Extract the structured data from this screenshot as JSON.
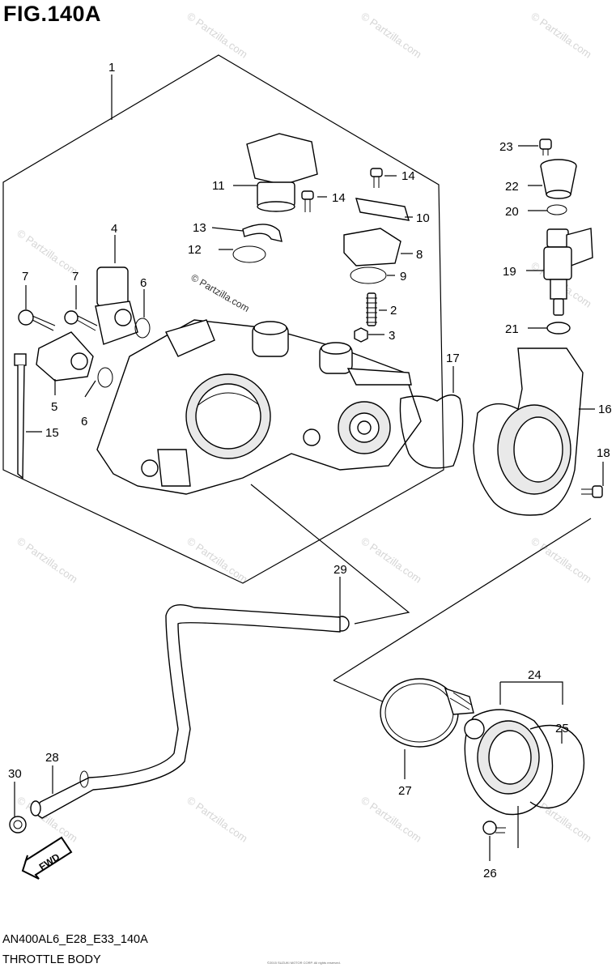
{
  "figure": {
    "title": "FIG.140A",
    "code": "AN400AL6_E28_E33_140A",
    "name": "THROTTLE BODY",
    "copyright": "©2015 SUZUKI MOTOR CORP. All rights reserved.",
    "watermark": "© Partzilla.com",
    "fwd_label": "FWD"
  },
  "callouts": [
    {
      "id": "c1",
      "label": "1"
    },
    {
      "id": "c2",
      "label": "2"
    },
    {
      "id": "c3",
      "label": "3"
    },
    {
      "id": "c4",
      "label": "4"
    },
    {
      "id": "c5",
      "label": "5"
    },
    {
      "id": "c6a",
      "label": "6"
    },
    {
      "id": "c6b",
      "label": "6"
    },
    {
      "id": "c7a",
      "label": "7"
    },
    {
      "id": "c7b",
      "label": "7"
    },
    {
      "id": "c8",
      "label": "8"
    },
    {
      "id": "c9",
      "label": "9"
    },
    {
      "id": "c10",
      "label": "10"
    },
    {
      "id": "c11",
      "label": "11"
    },
    {
      "id": "c12",
      "label": "12"
    },
    {
      "id": "c13",
      "label": "13"
    },
    {
      "id": "c14a",
      "label": "14"
    },
    {
      "id": "c14b",
      "label": "14"
    },
    {
      "id": "c15",
      "label": "15"
    },
    {
      "id": "c16",
      "label": "16"
    },
    {
      "id": "c17",
      "label": "17"
    },
    {
      "id": "c18",
      "label": "18"
    },
    {
      "id": "c19",
      "label": "19"
    },
    {
      "id": "c20",
      "label": "20"
    },
    {
      "id": "c21",
      "label": "21"
    },
    {
      "id": "c22",
      "label": "22"
    },
    {
      "id": "c23",
      "label": "23"
    },
    {
      "id": "c24",
      "label": "24"
    },
    {
      "id": "c25",
      "label": "25"
    },
    {
      "id": "c26",
      "label": "26"
    },
    {
      "id": "c27",
      "label": "27"
    },
    {
      "id": "c28",
      "label": "28"
    },
    {
      "id": "c29",
      "label": "29"
    },
    {
      "id": "c30",
      "label": "30"
    }
  ]
}
